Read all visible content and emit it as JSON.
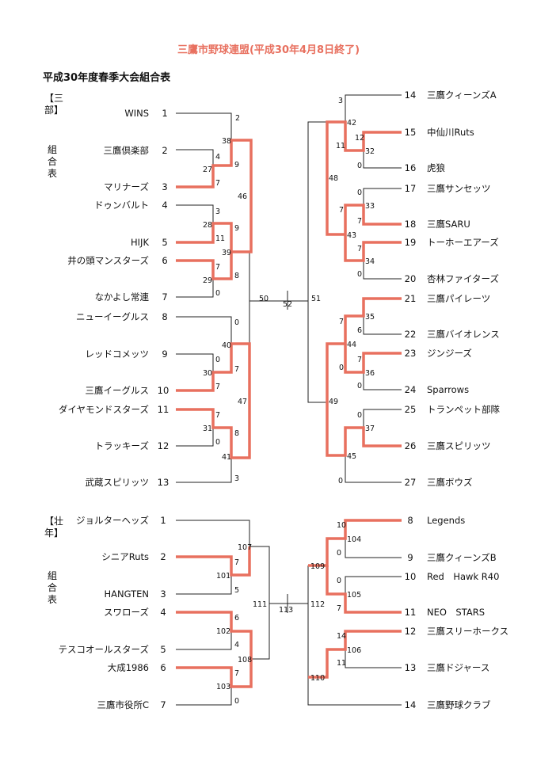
{
  "title": "三鷹市野球連盟(平成30年4月8日終了)",
  "subtitle": "平成30年度春季大会組合表",
  "sections": [
    {
      "bracket": "【三部】",
      "label": "組合表"
    },
    {
      "bracket": "【壮年】",
      "label": "組合表"
    }
  ],
  "colors": {
    "winner_line": "#e8705f",
    "line": "#222222",
    "title": "#e8705f"
  },
  "teams": [
    {
      "no": "1",
      "name": "WINS"
    },
    {
      "no": "2",
      "name": "三鷹倶楽部"
    },
    {
      "no": "3",
      "name": "マリナーズ"
    },
    {
      "no": "4",
      "name": "ドゥンバルト"
    },
    {
      "no": "5",
      "name": "HIJK"
    },
    {
      "no": "6",
      "name": "井の頭マンスターズ"
    },
    {
      "no": "7",
      "name": "なかよし常連"
    },
    {
      "no": "8",
      "name": "ニューイーグルス"
    },
    {
      "no": "9",
      "name": "レッドコメッツ"
    },
    {
      "no": "10",
      "name": "三鷹イーグルス"
    },
    {
      "no": "11",
      "name": "ダイヤモンドスターズ"
    },
    {
      "no": "12",
      "name": "トラッキーズ"
    },
    {
      "no": "13",
      "name": "武蔵スピリッツ"
    },
    {
      "no": "14",
      "name": "三鷹クィーンズA"
    },
    {
      "no": "15",
      "name": "中仙川Ruts"
    },
    {
      "no": "16",
      "name": "虎狼"
    },
    {
      "no": "17",
      "name": "三鷹サンセッツ"
    },
    {
      "no": "18",
      "name": "三鷹SARU"
    },
    {
      "no": "19",
      "name": "トーホーエアーズ"
    },
    {
      "no": "20",
      "name": "杏林ファイターズ"
    },
    {
      "no": "21",
      "name": "三鷹パイレーツ"
    },
    {
      "no": "22",
      "name": "三鷹バイオレンス"
    },
    {
      "no": "23",
      "name": "ジンジーズ"
    },
    {
      "no": "24",
      "name": "Sparrows"
    },
    {
      "no": "25",
      "name": "トランペット部隊"
    },
    {
      "no": "26",
      "name": "三鷹スピリッツ"
    },
    {
      "no": "27",
      "name": "三鷹ボウズ"
    },
    {
      "no": "1",
      "name": "ジョルターヘッズ"
    },
    {
      "no": "2",
      "name": "シニアRuts"
    },
    {
      "no": "3",
      "name": "HANGTEN"
    },
    {
      "no": "4",
      "name": "スワローズ"
    },
    {
      "no": "5",
      "name": "テスコオールスターズ"
    },
    {
      "no": "6",
      "name": "大成1986"
    },
    {
      "no": "7",
      "name": "三鷹市役所C"
    },
    {
      "no": "8",
      "name": "Legends"
    },
    {
      "no": "9",
      "name": "三鷹クィーンズB"
    },
    {
      "no": "10",
      "name": "Red　Hawk R40"
    },
    {
      "no": "11",
      "name": "NEO　STARS"
    },
    {
      "no": "12",
      "name": "三鷹スリーホークス"
    },
    {
      "no": "13",
      "name": "三鷹ドジャース"
    },
    {
      "no": "14",
      "name": "三鷹野球クラブ"
    }
  ],
  "scores": [
    "2",
    "4",
    "9",
    "7",
    "3",
    "11",
    "9",
    "7",
    "8",
    "0",
    "0",
    "0",
    "7",
    "7",
    "7",
    "8",
    "0",
    "3",
    "3",
    "0",
    "12",
    "0",
    "0",
    "7",
    "7",
    "0",
    "7",
    "6",
    "7",
    "0",
    "0",
    "7",
    "0",
    "38",
    "27",
    "28",
    "39",
    "29",
    "40",
    "30",
    "31",
    "41",
    "42",
    "11",
    "32",
    "33",
    "43",
    "34",
    "44",
    "35",
    "36",
    "45",
    "37",
    "46",
    "47",
    "48",
    "49",
    "50",
    "51",
    "52",
    "7",
    "5",
    "6",
    "4",
    "7",
    "0",
    "107",
    "101",
    "102",
    "108",
    "103",
    "10",
    "0",
    "0",
    "7",
    "14",
    "11",
    "104",
    "105",
    "106",
    "109",
    "110",
    "111",
    "112",
    "113"
  ],
  "matches": [
    "1"
  ]
}
